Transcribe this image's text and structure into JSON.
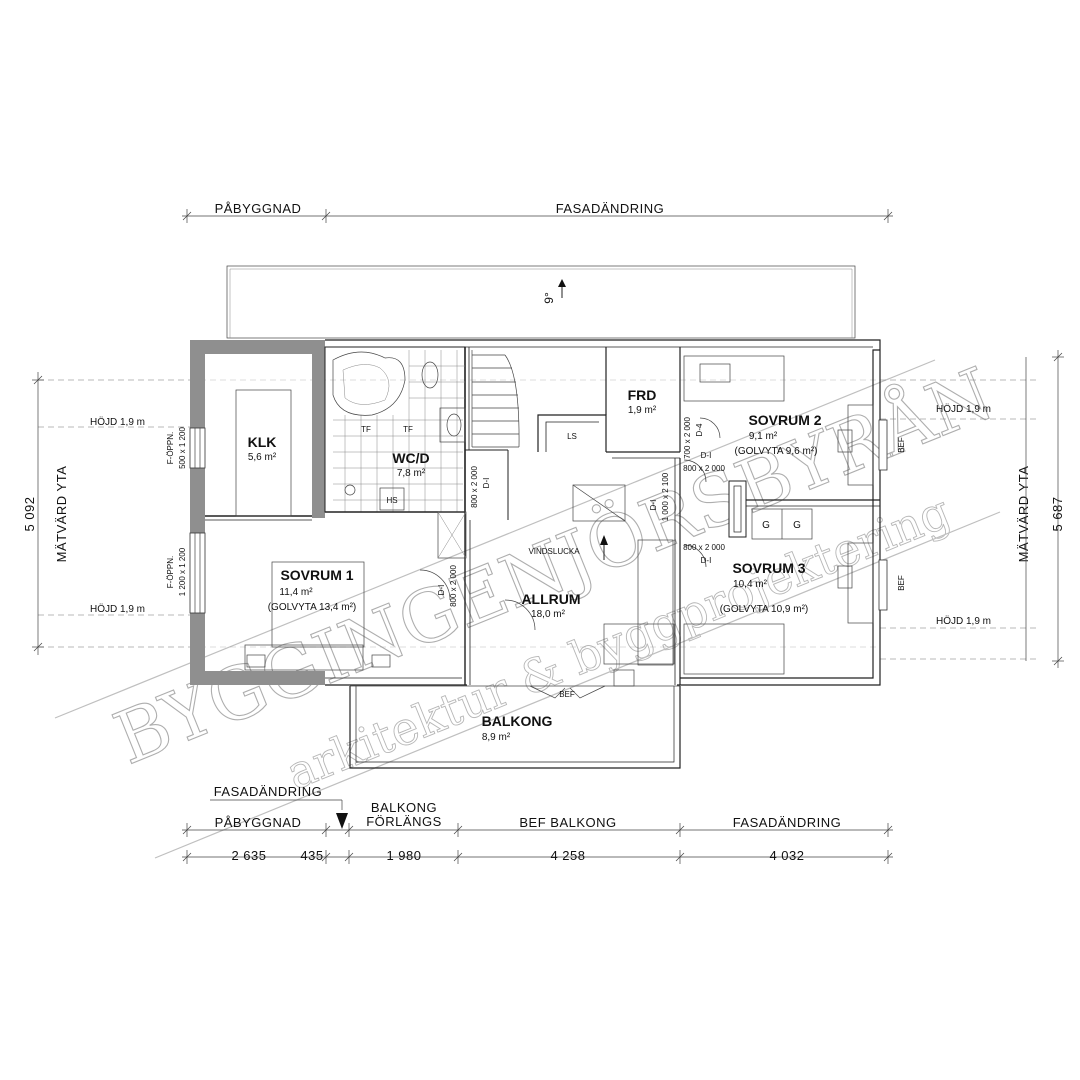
{
  "header": {
    "top_dims": [
      "PÅBYGGNAD",
      "FASADÄNDRING"
    ],
    "north_angle": "9°"
  },
  "rooms": {
    "klk": {
      "name": "KLK",
      "area": "5,6 m²"
    },
    "wcd": {
      "name": "WC/D",
      "area": "7,8 m²",
      "tf1": "TF",
      "tf2": "TF",
      "hs": "HS"
    },
    "frd": {
      "name": "FRD",
      "area": "1,9 m²"
    },
    "ls": "LS",
    "sovrum2": {
      "name": "SOVRUM 2",
      "area": "9,1 m²",
      "golvyta": "(GOLVYTA 9,6 m²)"
    },
    "sovrum1": {
      "name": "SOVRUM 1",
      "area": "11,4 m²",
      "golvyta": "(GOLVYTA 13,4 m²)"
    },
    "allrum": {
      "name": "ALLRUM",
      "area": "18,0 m²"
    },
    "sovrum3": {
      "name": "SOVRUM 3",
      "area": "10,4 m²",
      "golvyta": "(GOLVYTA 10,9 m²)"
    },
    "balkong": {
      "name": "BALKONG",
      "area": "8,9 m²"
    },
    "vindslucka": "VINDSLUCKA"
  },
  "annotations": {
    "f_oppn_top": "F-ÖPPN.",
    "f_oppn_top_size": "500 x 1 200",
    "f_oppn_bottom": "F-ÖPPN.",
    "f_oppn_bottom_size": "1 200 x 1 200",
    "door_800x2000_a": "800 x 2 000",
    "door_di_a": "D-I",
    "door_700x2000": "700 x 2 000",
    "door_di_b": "D-4",
    "door_di_c": "D-I",
    "door_800x2000_b": "800 x 2 000",
    "door_1000x2100": "1 000 x 2 100",
    "door_di_d": "D-I",
    "door_800x2000_c": "800 x 2 000",
    "door_di_e": "D-I",
    "door_di_f": "D-I",
    "door_800x2000_d": "800 x 2 000",
    "bef_door": "BEF",
    "bef_window_1": "BEF",
    "bef_window_2": "BEF",
    "g1": "G",
    "g2": "G"
  },
  "heights": {
    "left_top": "HÖJD 1,9 m",
    "left_bottom": "HÖJD 1,9 m",
    "right_top": "HÖJD 1,9 m",
    "right_bottom": "HÖJD 1,9 m"
  },
  "side_dims": {
    "left_value": "5 092",
    "left_label": "MÄTVÄRD YTA",
    "right_value": "5 687",
    "right_label": "MÄTVÄRD YTA"
  },
  "bottom": {
    "fasadandring_small": "FASADÄNDRING",
    "labels": [
      "PÅBYGGNAD",
      "BALKONG",
      "FÖRLÄNGS",
      "BEF BALKONG",
      "FASADÄNDRING"
    ],
    "values": [
      "2 635",
      "435",
      "1 980",
      "4 258",
      "4 032"
    ]
  },
  "watermark": {
    "main": "BYGGINGENJÖRSBYRÅN",
    "sub": "arkitektur & byggprojektering"
  }
}
